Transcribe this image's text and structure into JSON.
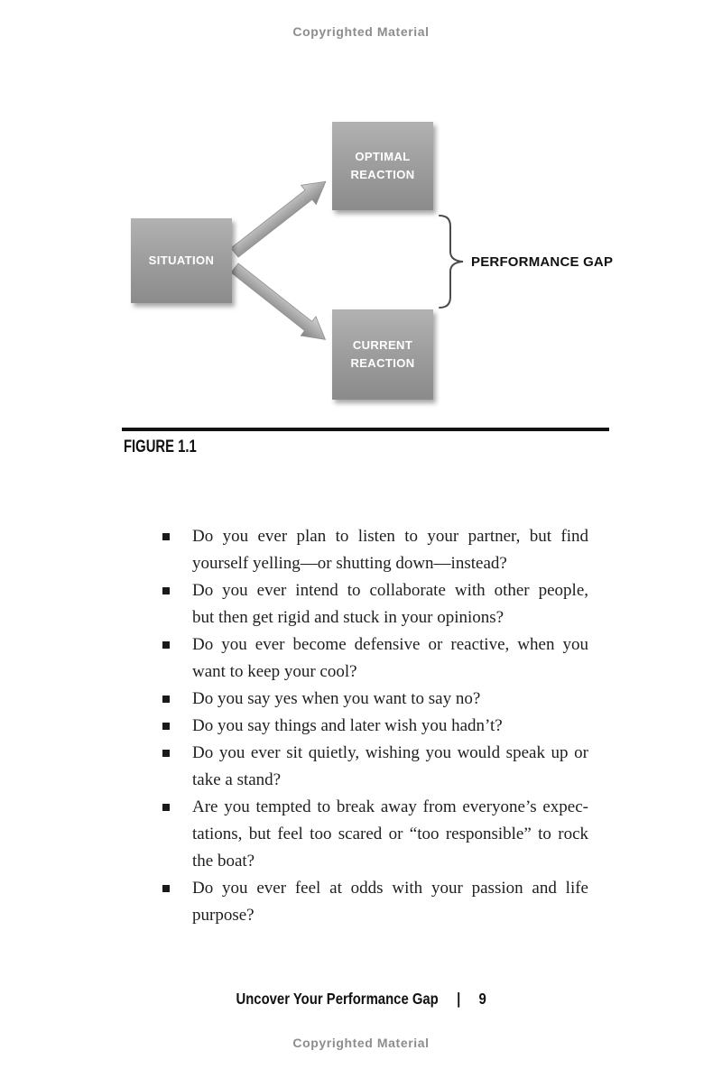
{
  "page": {
    "copyright_top": "Copyrighted Material",
    "copyright_bottom": "Copyrighted Material"
  },
  "diagram": {
    "boxes": [
      {
        "id": "situation",
        "lines": [
          "SITUATION"
        ]
      },
      {
        "id": "optimal-reaction",
        "lines": [
          "OPTIMAL",
          "REACTION"
        ]
      },
      {
        "id": "current-reaction",
        "lines": [
          "CURRENT",
          "REACTION"
        ]
      }
    ],
    "gap_label": "PERFORMANCE GAP"
  },
  "figure": {
    "caption": "FIGURE 1.1"
  },
  "bullets": [
    {
      "lines": [
        "Do you ever plan to listen to your partner, but find",
        "yourself yelling—or shutting down—instead?"
      ]
    },
    {
      "lines": [
        "Do you ever intend to collaborate with other people,",
        "but then get rigid and stuck in your opinions?"
      ]
    },
    {
      "lines": [
        "Do you ever become defensive or reactive, when you",
        "want to keep your cool?"
      ]
    },
    {
      "lines": [
        "Do you say yes when you want to say no?"
      ]
    },
    {
      "lines": [
        "Do you say things and later wish you hadn’t?"
      ]
    },
    {
      "lines": [
        "Do you ever sit quietly, wishing you would speak up or",
        "take a stand?"
      ]
    },
    {
      "lines": [
        "Are you tempted to break away from everyone’s expec-",
        "tations, but feel too scared or “too responsible” to rock",
        "the boat?"
      ]
    },
    {
      "lines": [
        "Do you ever feel at odds with your passion and life",
        "purpose?"
      ]
    }
  ],
  "footer": {
    "title": "Uncover Your Performance Gap",
    "separator": "|",
    "page_number": "9"
  },
  "colors": {
    "box_top": "#b2b2b2",
    "box_bottom": "#8b8b8b",
    "arrow_light": "#c9c9c9",
    "arrow_dark": "#8b8b8b",
    "bracket": "#4a4a4a",
    "muted": "#8d8d8d"
  }
}
